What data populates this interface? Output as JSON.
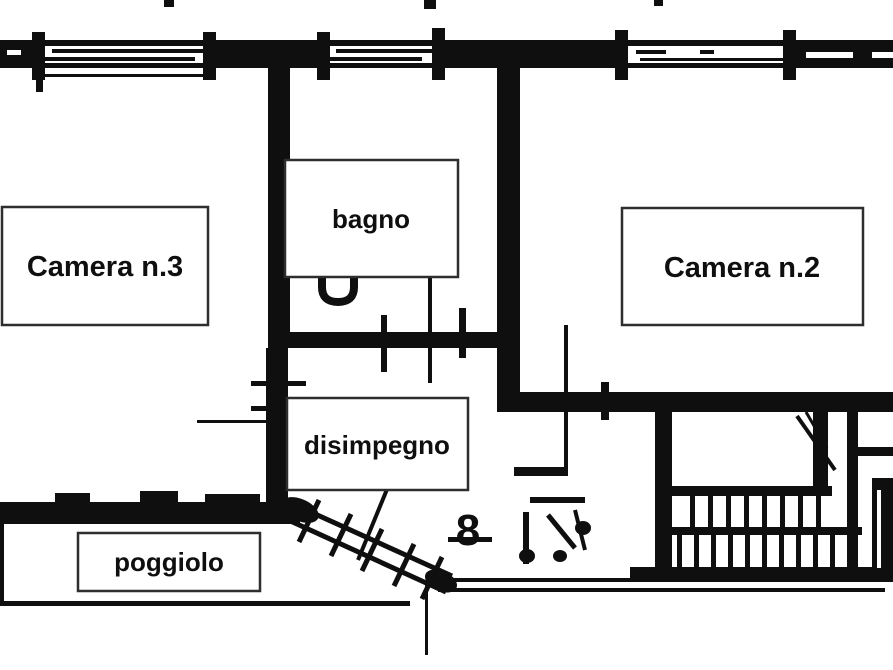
{
  "rooms": {
    "camera3": "Camera n.3",
    "bagno": "bagno",
    "camera2": "Camera n.2",
    "disimpegno": "disimpegno",
    "poggiolo": "poggiolo"
  },
  "annotations": {
    "stair_number": "8"
  },
  "icons": {
    "bathroom_fixture": "toilet-u-shape",
    "stair": "stair-treads",
    "balcony_stair": "diagonal-stair-band",
    "window": "double-line-window"
  },
  "colors": {
    "ink": "#0f0f0f",
    "paper": "#ffffff",
    "label_border": "#2e2e2e"
  }
}
